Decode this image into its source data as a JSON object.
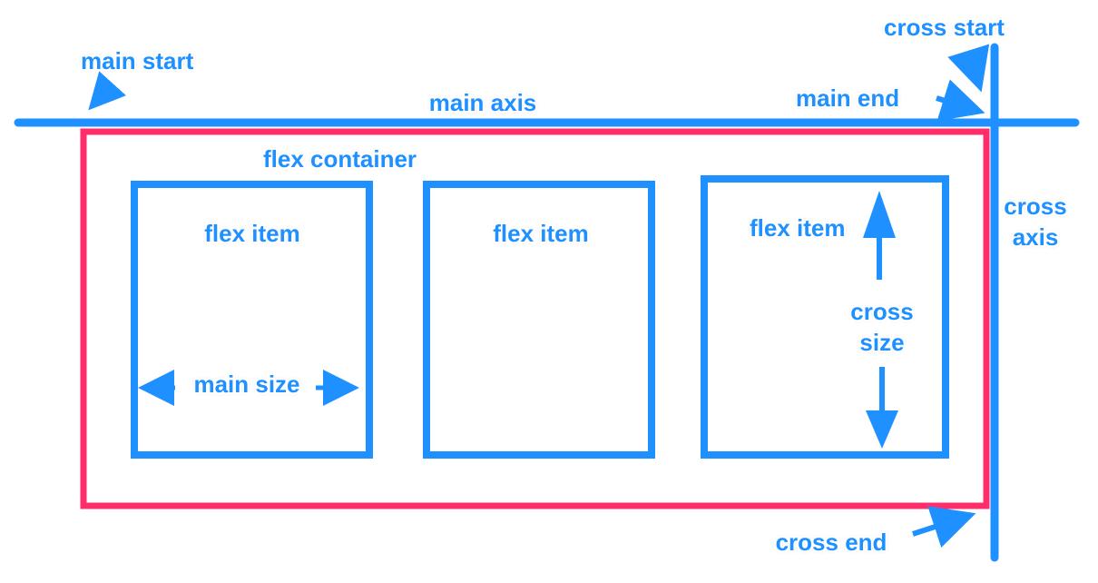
{
  "colors": {
    "axis": "#1e90ff",
    "container": "#ff2d6a",
    "text": "#1e90ff"
  },
  "labels": {
    "main_start": "main start",
    "main_axis": "main axis",
    "main_end": "main end",
    "cross_start": "cross start",
    "cross_axis_line1": "cross",
    "cross_axis_line2": "axis",
    "flex_container": "flex container",
    "flex_item_1": "flex item",
    "flex_item_2": "flex item",
    "flex_item_3": "flex item",
    "main_size": "main size",
    "cross_size_line1": "cross",
    "cross_size_line2": "size",
    "cross_end": "cross end"
  }
}
